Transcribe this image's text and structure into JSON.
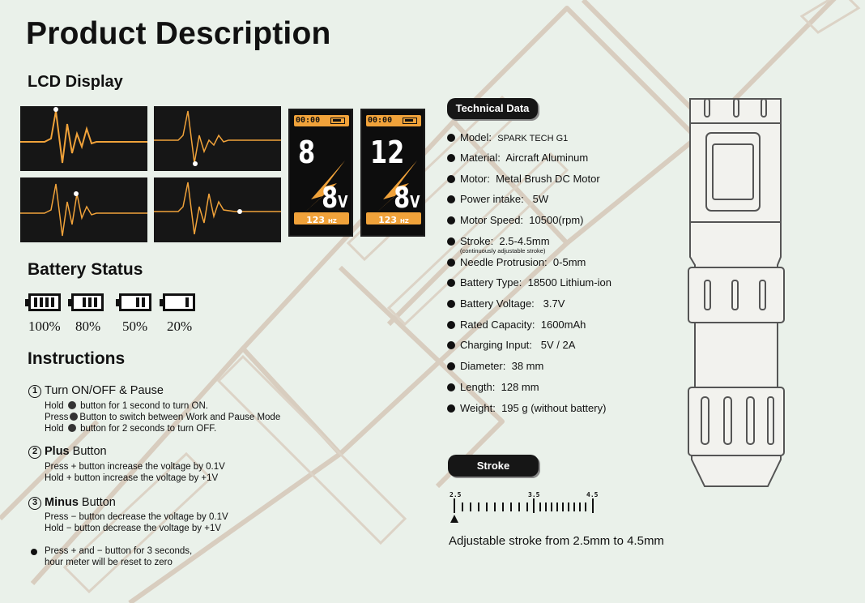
{
  "page_title": "Product Description",
  "lcd_section": {
    "heading": "LCD Display",
    "screens": [
      {
        "time": "00:00",
        "speed": "8",
        "voltage": "8",
        "voltage_unit": "V",
        "frequency": "123",
        "frequency_unit": "HZ"
      },
      {
        "time": "00:00",
        "speed": "12",
        "voltage": "8",
        "voltage_unit": "V",
        "frequency": "123",
        "frequency_unit": "HZ"
      }
    ]
  },
  "battery_section": {
    "heading": "Battery Status",
    "levels": [
      {
        "label": "100%",
        "bars": 4
      },
      {
        "label": "80%",
        "bars": 3
      },
      {
        "label": "50%",
        "bars": 2
      },
      {
        "label": "20%",
        "bars": 1
      }
    ]
  },
  "instructions": {
    "heading": "Instructions",
    "items": [
      {
        "number": "1",
        "title_bold": "",
        "title": "Turn ON/OFF & Pause",
        "lines": [
          {
            "pre": "Hold",
            "post": "button for 1 second to turn ON.",
            "icon": true
          },
          {
            "pre": "Press",
            "post": "Button to switch between Work and Pause Mode",
            "icon": true
          },
          {
            "pre": "Hold",
            "post": "button for 2 seconds to turn OFF.",
            "icon": true
          }
        ]
      },
      {
        "number": "2",
        "title_bold": "Plus",
        "title": " Button",
        "lines": [
          {
            "pre": "Press",
            "post": "+ button increase the voltage by 0.1V",
            "icon": false
          },
          {
            "pre": "Hold",
            "post": "+ button increase the voltage by +1V",
            "icon": false
          }
        ]
      },
      {
        "number": "3",
        "title_bold": "Minus",
        "title": " Button",
        "lines": [
          {
            "pre": "Press",
            "post": "− button decrease the voltage by 0.1V",
            "icon": false
          },
          {
            "pre": "Hold",
            "post": "− button decrease the voltage by +1V",
            "icon": false
          }
        ]
      }
    ],
    "reset_note": [
      "Press + and − button for 3 seconds,",
      "hour meter will be reset to zero"
    ]
  },
  "technical_data": {
    "heading": "Technical Data",
    "specs": [
      {
        "label": "Model:",
        "value": "SPARK TECH G1"
      },
      {
        "label": "Material:",
        "value": "Aircraft Aluminum"
      },
      {
        "label": "Motor:",
        "value": "Metal Brush DC Motor"
      },
      {
        "label": "Power intake:",
        "value": "5W"
      },
      {
        "label": "Motor Speed:",
        "value": "10500(rpm)"
      },
      {
        "label": "Stroke:",
        "value": "2.5-4.5mm",
        "note": "(continuously adjustable stroke)"
      },
      {
        "label": "Needle Protrusion:",
        "value": "0-5mm"
      },
      {
        "label": "Battery Type:",
        "value": "18500 Lithium-ion"
      },
      {
        "label": "Battery Voltage:",
        "value": "3.7V"
      },
      {
        "label": "Rated Capacity:",
        "value": "1600mAh"
      },
      {
        "label": "Charging Input:",
        "value": "5V / 2A"
      },
      {
        "label": "Diameter:",
        "value": "38 mm"
      },
      {
        "label": "Length:",
        "value": "128 mm"
      },
      {
        "label": "Weight:",
        "value": "195 g (without battery)"
      }
    ]
  },
  "stroke_section": {
    "heading": "Stroke",
    "scale_min": "2.5",
    "scale_mid": "3.5",
    "scale_max": "4.5",
    "description": "Adjustable stroke from 2.5mm to 4.5mm"
  },
  "colors": {
    "accent_orange": "#f0a23a",
    "background": "#eaf1ea",
    "line_art": "#d3c9bd"
  }
}
